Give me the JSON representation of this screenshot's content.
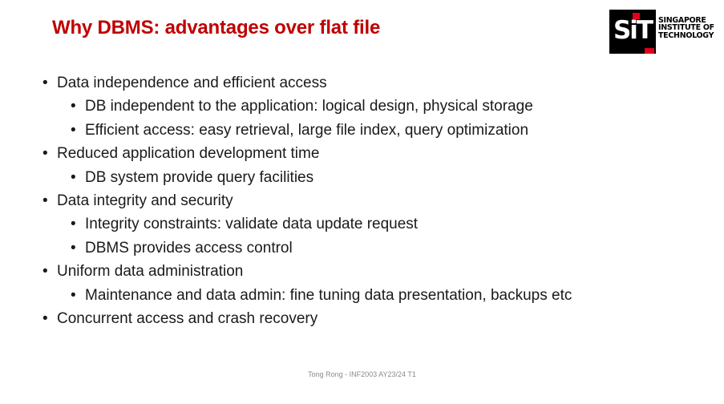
{
  "slide": {
    "title": "Why DBMS: advantages over flat file",
    "logo": {
      "letters": "SiT",
      "lines": [
        "SINGAPORE",
        "INSTITUTE OF",
        "TECHNOLOGY"
      ],
      "colors": {
        "mark": "#000000",
        "accent": "#e3001b"
      }
    },
    "bullets": [
      {
        "level": 1,
        "text": "Data independence and efficient access"
      },
      {
        "level": 2,
        "text": "DB independent to the application: logical design, physical storage"
      },
      {
        "level": 2,
        "text": "Efficient access: easy retrieval, large file index, query optimization"
      },
      {
        "level": 1,
        "text": "Reduced application development time"
      },
      {
        "level": 2,
        "text": "DB system provide query facilities"
      },
      {
        "level": 1,
        "text": "Data integrity and security"
      },
      {
        "level": 2,
        "text": "Integrity constraints: validate data update request"
      },
      {
        "level": 2,
        "text": "DBMS provides access control"
      },
      {
        "level": 1,
        "text": "Uniform data administration"
      },
      {
        "level": 2,
        "text": "Maintenance and data admin: fine tuning data presentation, backups etc"
      },
      {
        "level": 1,
        "text": "Concurrent access and crash recovery"
      }
    ],
    "bullet_glyph": "•",
    "footer": "Tong Rong - INF2003 AY23/24 T1",
    "colors": {
      "title": "#c00000",
      "body": "#1a1a1a",
      "footer": "#8a8a8a"
    }
  }
}
